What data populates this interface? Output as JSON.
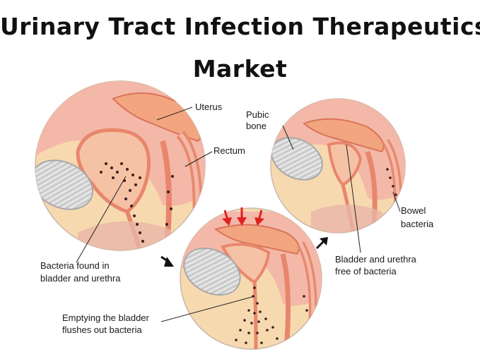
{
  "title": {
    "line1": "Urinary Tract Infection Therapeutics",
    "line2": "Market"
  },
  "diagram": {
    "labels": {
      "uterus": "Uterus",
      "rectum": "Rectum",
      "pubic_bone_1": "Pubic",
      "pubic_bone_2": "bone",
      "bowel_bacteria_1": "Bowel",
      "bowel_bacteria_2": "bacteria",
      "bacteria_found_1": "Bacteria found in",
      "bacteria_found_2": "bladder and urethra",
      "bladder_free_1": "Bladder and urethra",
      "bladder_free_2": "free of bacteria",
      "emptying_1": "Emptying the bladder",
      "emptying_2": "flushes out bacteria"
    },
    "colors": {
      "skin": "#f7d9b0",
      "tissue_pink": "#f4b8a8",
      "organ_orange": "#f2a57f",
      "bladder_wall": "#e8866c",
      "bone": "#dedede",
      "bacteria": "#3a1f1f",
      "arrow_red": "#e02020"
    }
  }
}
